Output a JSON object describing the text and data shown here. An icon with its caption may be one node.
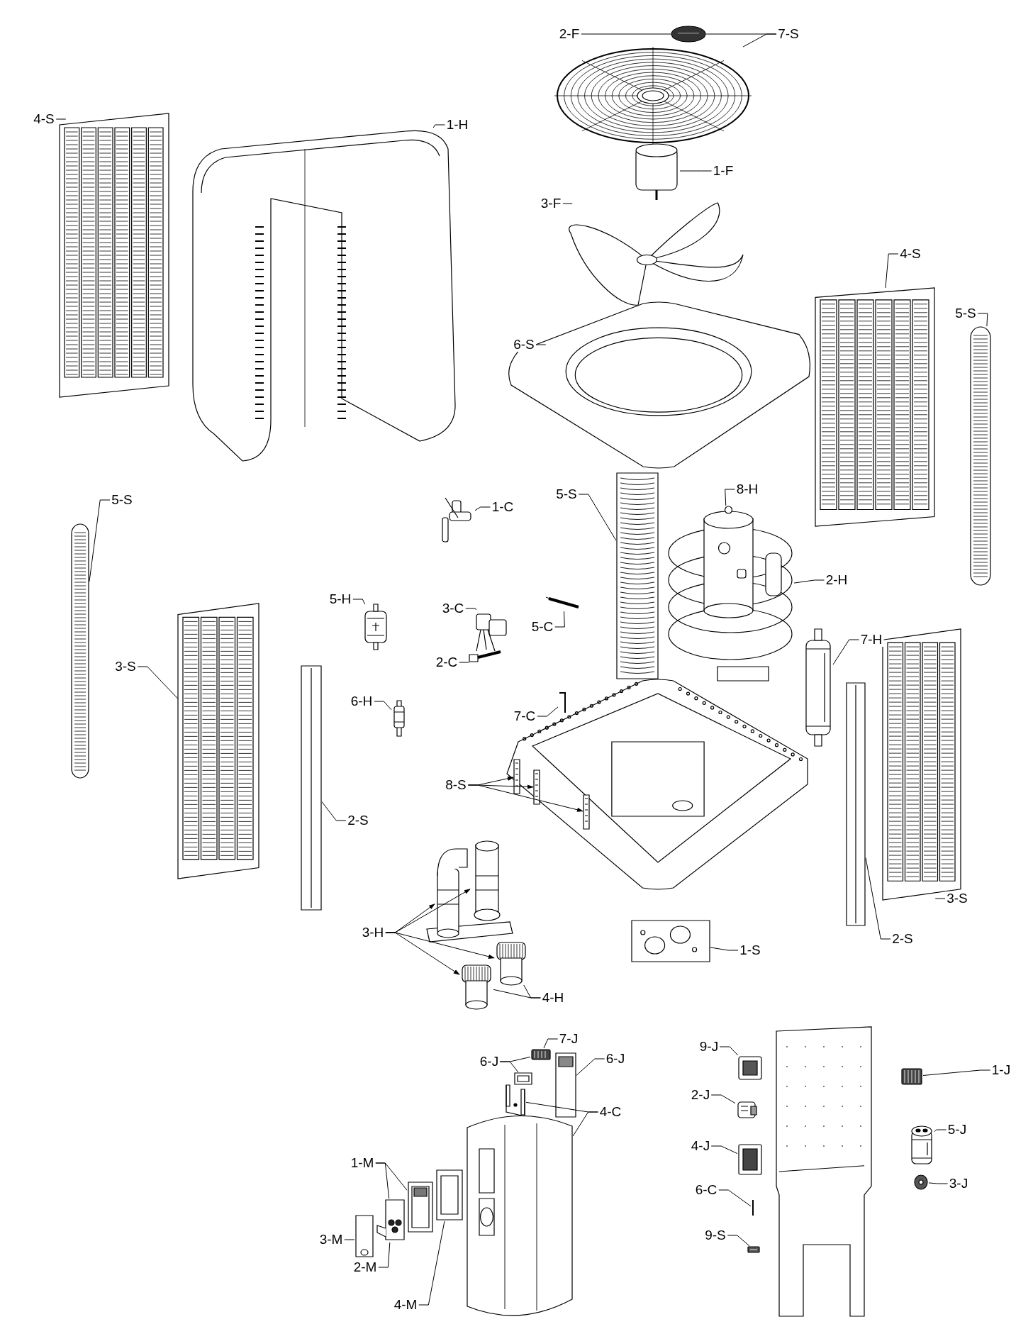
{
  "diagram": {
    "nodes": [
      {
        "text": [
          "2-F"
        ]
      },
      {
        "text": [],
        "shape": "picture"
      },
      {
        "text": [
          "7-S"
        ]
      },
      {
        "text": [],
        "shape": "picture"
      },
      {
        "text": [
          "1-H"
        ]
      },
      {
        "text": [],
        "shape": "picture"
      },
      {
        "text": [
          "4-S"
        ]
      },
      {
        "text": [],
        "shape": "picture"
      },
      {
        "text": [
          "1-F"
        ]
      },
      {
        "text": [],
        "shape": "picture"
      },
      {
        "text": [
          "3-F"
        ]
      },
      {
        "text": [],
        "shape": "picture"
      },
      {
        "text": [
          "4-S"
        ]
      },
      {
        "text": [],
        "shape": "picture"
      },
      {
        "text": [
          "5-S"
        ]
      },
      {
        "text": [],
        "shape": "picture"
      },
      {
        "text": [
          "6-S"
        ]
      },
      {
        "text": [],
        "shape": "picture"
      },
      {
        "text": [
          "5-S"
        ]
      },
      {
        "text": [],
        "shape": "picture"
      },
      {
        "text": [
          "1-C"
        ]
      },
      {
        "text": [],
        "shape": "picture"
      },
      {
        "text": [
          "5-S"
        ]
      },
      {
        "text": [],
        "shape": "picture"
      },
      {
        "text": [
          "2-H"
        ]
      },
      {
        "text": [],
        "shape": "picture"
      },
      {
        "text": [
          "8-H"
        ]
      },
      {
        "text": [],
        "shape": "picture",
        "in": 25
      },
      {
        "text": [
          "5-H"
        ]
      },
      {
        "text": [],
        "shape": "picture"
      },
      {
        "text": [
          "3-C"
        ]
      },
      {
        "text": [],
        "shape": "picture"
      },
      {
        "text": [
          "5-C"
        ]
      },
      {
        "text": [],
        "shape": "picture"
      },
      {
        "text": [
          "7-H"
        ]
      },
      {
        "text": [],
        "shape": "picture"
      },
      {
        "text": [
          "3-S"
        ]
      },
      {
        "text": [],
        "shape": "picture"
      },
      {
        "text": [
          "2-C"
        ]
      },
      {
        "text": [],
        "shape": "picture"
      },
      {
        "text": [
          "6-H"
        ]
      },
      {
        "text": [],
        "shape": "picture"
      },
      {
        "text": [
          "7-C"
        ]
      },
      {
        "text": [],
        "shape": "picture"
      },
      {
        "text": [
          "8-S"
        ]
      },
      {
        "text": [],
        "shape": "picture"
      },
      {
        "text": [],
        "shape": "picture"
      },
      {
        "text": [],
        "shape": "picture"
      },
      {
        "text": [
          "2-S"
        ]
      },
      {
        "text": [],
        "shape": "picture"
      },
      {
        "text": [
          "3-S"
        ]
      },
      {
        "text": [],
        "shape": "picture"
      },
      {
        "text": [
          "2-S"
        ]
      },
      {
        "text": [],
        "shape": "picture"
      },
      {
        "text": [
          "3-H"
        ]
      },
      {
        "text": [],
        "shape": "picture"
      },
      {
        "text": [],
        "shape": "picture"
      },
      {
        "text": [],
        "shape": "picture"
      },
      {
        "text": [],
        "shape": "picture"
      },
      {
        "text": [
          "1-S"
        ]
      },
      {
        "text": [],
        "shape": "picture"
      },
      {
        "text": [
          "4-H"
        ]
      },
      {
        "text": [
          "7-J"
        ]
      },
      {
        "text": [],
        "shape": "picture"
      },
      {
        "text": [
          "9-J"
        ]
      },
      {
        "text": [],
        "shape": "picture"
      },
      {
        "text": [
          "6-J"
        ]
      },
      {
        "text": [],
        "shape": "picture"
      },
      {
        "text": [
          "6-J"
        ]
      },
      {
        "text": [],
        "shape": "picture"
      },
      {
        "text": [
          "1-J"
        ]
      },
      {
        "text": [],
        "shape": "picture"
      },
      {
        "text": [
          "2-J"
        ]
      },
      {
        "text": [],
        "shape": "picture"
      },
      {
        "text": [
          "4-C"
        ]
      },
      {
        "text": [],
        "shape": "picture"
      },
      {
        "text": [],
        "shape": "picture"
      },
      {
        "text": [
          "1-M"
        ]
      },
      {
        "text": [],
        "shape": "picture"
      },
      {
        "text": [],
        "shape": "picture"
      },
      {
        "text": [
          "4-J"
        ]
      },
      {
        "text": [],
        "shape": "picture"
      },
      {
        "text": [
          "5-J"
        ]
      },
      {
        "text": [],
        "shape": "picture"
      },
      {
        "text": [
          "6-C"
        ]
      },
      {
        "text": [],
        "shape": "picture"
      },
      {
        "text": [
          "3-J"
        ]
      },
      {
        "text": [],
        "shape": "picture"
      },
      {
        "text": [
          "9-S"
        ]
      },
      {
        "text": [],
        "shape": "picture"
      },
      {
        "text": [
          "3-M"
        ]
      },
      {
        "text": [],
        "shape": "picture"
      },
      {
        "text": [
          "2-M"
        ]
      },
      {
        "text": [
          "4-M"
        ]
      },
      {
        "text": [],
        "shape": "picture"
      }
    ],
    "edges": [
      {
        "from": 0,
        "to": 1,
        "arrow": "none"
      },
      {
        "from": 2,
        "to": 1,
        "arrow": "none"
      },
      {
        "from": 2,
        "to": 3,
        "arrow": "none"
      },
      {
        "from": 4,
        "to": 5,
        "arrow": "none"
      },
      {
        "from": 6,
        "to": 7,
        "arrow": "none"
      },
      {
        "from": 8,
        "to": 9,
        "arrow": "none"
      },
      {
        "from": 10,
        "to": 11,
        "arrow": "none"
      },
      {
        "from": 12,
        "to": 13,
        "arrow": "none"
      },
      {
        "from": 14,
        "to": 15,
        "arrow": "none"
      },
      {
        "from": 16,
        "to": 17,
        "arrow": "none"
      },
      {
        "from": 18,
        "to": 19,
        "arrow": "none"
      },
      {
        "from": 20,
        "to": 21,
        "arrow": "none"
      },
      {
        "from": 22,
        "to": 23,
        "arrow": "none"
      },
      {
        "from": 24,
        "to": 25,
        "arrow": "none"
      },
      {
        "from": 26,
        "to": 27,
        "arrow": "none"
      },
      {
        "from": 28,
        "to": 29,
        "arrow": "none"
      },
      {
        "from": 30,
        "to": 31,
        "arrow": "none"
      },
      {
        "from": 32,
        "to": 33,
        "arrow": "none"
      },
      {
        "from": 34,
        "to": 35,
        "arrow": "none"
      },
      {
        "from": 36,
        "to": 37,
        "arrow": "none"
      },
      {
        "from": 38,
        "to": 39,
        "arrow": "none"
      },
      {
        "from": 40,
        "to": 41,
        "arrow": "none"
      },
      {
        "from": 42,
        "to": 43,
        "arrow": "none"
      },
      {
        "from": 44,
        "to": 45,
        "arrow": "to"
      },
      {
        "from": 44,
        "to": 46,
        "arrow": "to"
      },
      {
        "from": 44,
        "to": 47,
        "arrow": "to"
      },
      {
        "from": 48,
        "to": 49,
        "arrow": "none"
      },
      {
        "from": 50,
        "to": 51,
        "arrow": "none"
      },
      {
        "from": 52,
        "to": 53,
        "arrow": "none"
      },
      {
        "from": 54,
        "to": 55,
        "arrow": "to"
      },
      {
        "from": 54,
        "to": 56,
        "arrow": "to"
      },
      {
        "from": 54,
        "to": 57,
        "arrow": "to"
      },
      {
        "from": 54,
        "to": 58,
        "arrow": "to"
      },
      {
        "from": 59,
        "to": 60,
        "arrow": "none"
      },
      {
        "from": 61,
        "to": 57,
        "arrow": "none"
      },
      {
        "from": 61,
        "to": 58,
        "arrow": "none"
      },
      {
        "from": 62,
        "to": 63,
        "arrow": "none"
      },
      {
        "from": 64,
        "to": 65,
        "arrow": "none"
      },
      {
        "from": 66,
        "to": 67,
        "arrow": "none"
      },
      {
        "from": 66,
        "to": 63,
        "arrow": "none"
      },
      {
        "from": 68,
        "to": 69,
        "arrow": "none"
      },
      {
        "from": 70,
        "to": 71,
        "arrow": "none"
      },
      {
        "from": 72,
        "to": 73,
        "arrow": "none"
      },
      {
        "from": 74,
        "to": 75,
        "arrow": "none"
      },
      {
        "from": 74,
        "to": 76,
        "arrow": "none"
      },
      {
        "from": 77,
        "to": 78,
        "arrow": "none"
      },
      {
        "from": 77,
        "to": 79,
        "arrow": "none"
      },
      {
        "from": 80,
        "to": 81,
        "arrow": "none"
      },
      {
        "from": 82,
        "to": 83,
        "arrow": "none"
      },
      {
        "from": 84,
        "to": 85,
        "arrow": "none"
      },
      {
        "from": 86,
        "to": 87,
        "arrow": "none"
      },
      {
        "from": 88,
        "to": 89,
        "arrow": "none"
      },
      {
        "from": 90,
        "to": 91,
        "arrow": "none"
      },
      {
        "from": 92,
        "to": 79,
        "arrow": "none"
      },
      {
        "from": 93,
        "to": 94,
        "arrow": "none"
      }
    ]
  }
}
